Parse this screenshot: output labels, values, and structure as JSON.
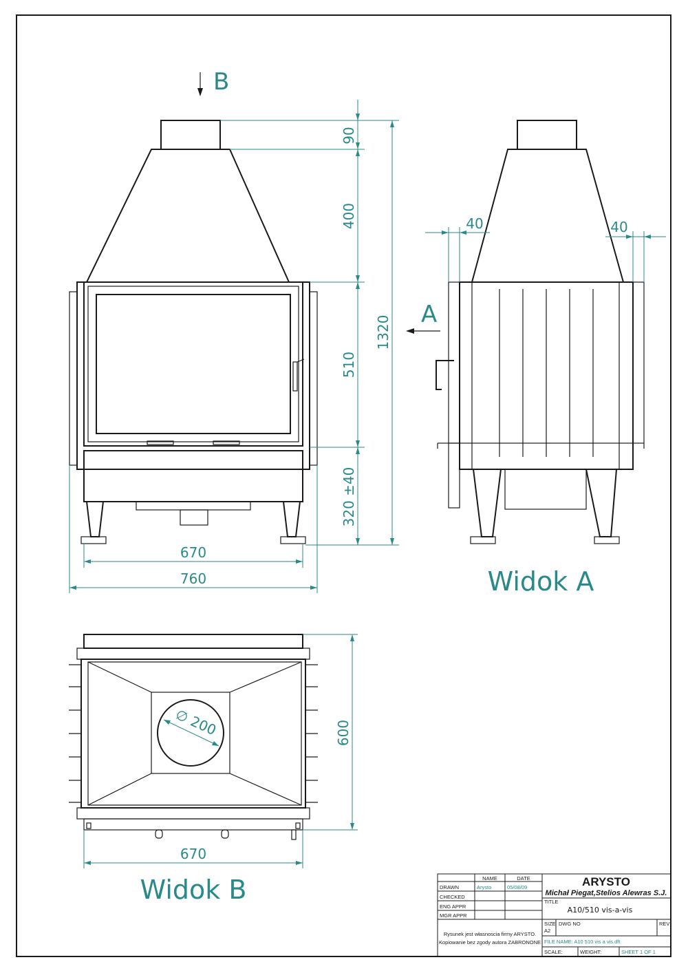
{
  "front_view": {
    "arrow_label": "B",
    "dims": {
      "chimney_height": "90",
      "hood_height": "400",
      "door_height": "510",
      "base_height": "320 ±40",
      "total_height": "1320",
      "inner_width": "670",
      "outer_width": "760"
    }
  },
  "side_view": {
    "arrow_label": "A",
    "dim_left": "40",
    "dim_right": "40",
    "caption": "Widok A"
  },
  "top_view": {
    "diameter": "∅ 200",
    "depth": "600",
    "width": "670",
    "caption": "Widok B"
  },
  "title_block": {
    "col_name": "NAME",
    "col_date": "DATE",
    "rows": [
      {
        "label": "DRAWN",
        "name": "Arysto",
        "date": "05/08/09"
      },
      {
        "label": "CHECKED",
        "name": "",
        "date": ""
      },
      {
        "label": "ENG APPR",
        "name": "",
        "date": ""
      },
      {
        "label": "MGR APPR",
        "name": "",
        "date": ""
      }
    ],
    "company": "ARYSTO",
    "persons": "Michał Piegat,Stelios Alewras S.J.",
    "title_label": "TITLE",
    "title": "A10/510 vis-a-vis",
    "note_line1": "Rysunek jest własnoscia firmy ARYSTO.",
    "note_line2": "Kopiowanie bez zgody autora ZABRONONE",
    "size_label": "SIZE",
    "size_value": "A2",
    "dwg_label": "DWG NO",
    "rev_label": "REV",
    "file_name": "FILE NAME: A10 510 vis a vis.dft",
    "scale_label": "SCALE:",
    "weight_label": "WEIGHT:",
    "sheet": "SHEET 1 OF 1"
  }
}
